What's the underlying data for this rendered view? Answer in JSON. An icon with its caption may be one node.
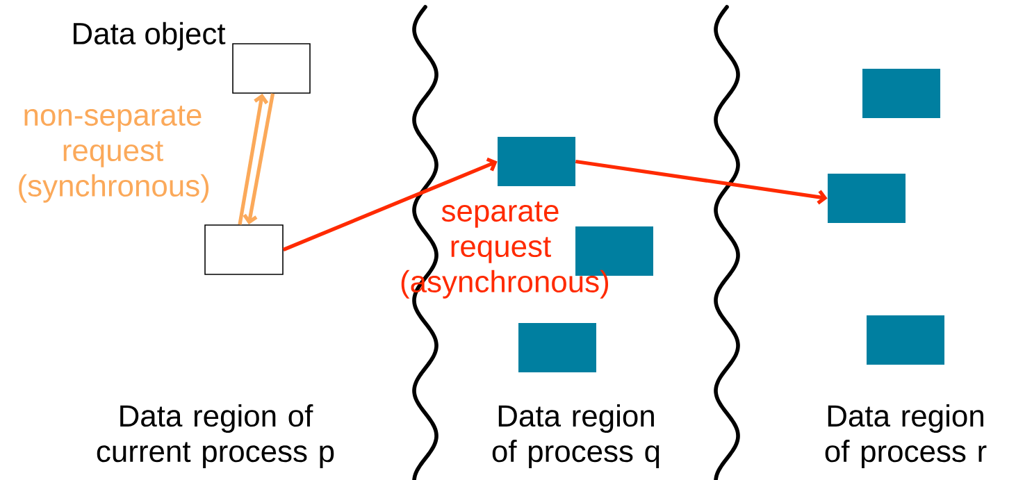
{
  "diagram": {
    "nodes": [
      {
        "text": [
          "Data object"
        ]
      },
      {
        "text": [],
        "shape": "box"
      },
      {
        "text": [],
        "shape": "box"
      },
      {
        "text": [],
        "shape": "box"
      },
      {
        "text": [],
        "shape": "box"
      },
      {
        "text": [],
        "shape": "box"
      },
      {
        "text": [],
        "shape": "box"
      },
      {
        "text": [],
        "shape": "box"
      }
    ],
    "edges": [
      {
        "from": 1,
        "to": 0,
        "arrow": "to",
        "color": "#fba95a",
        "label": "non-separate request (synchronous)"
      },
      {
        "from": 0,
        "to": 1,
        "arrow": "to",
        "color": "#fba95a"
      },
      {
        "from": 1,
        "to": 2,
        "arrow": "to",
        "color": "#ff2a00",
        "label": "separate request (asynchronous)"
      },
      {
        "from": 2,
        "to": 6,
        "arrow": "to",
        "color": "#ff2a00"
      }
    ],
    "labels": [
      "Data region of current process p",
      "Data region of process q",
      "Data region of process r"
    ]
  }
}
